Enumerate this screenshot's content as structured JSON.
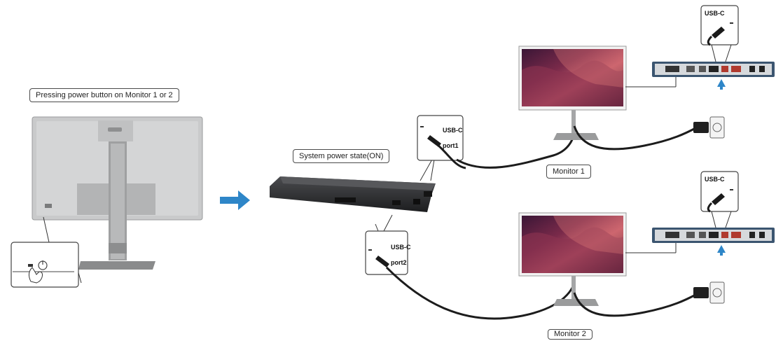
{
  "labels": {
    "pressing_power": "Pressing power button on Monitor 1 or 2",
    "system_power": "System power state(ON)",
    "monitor1": "Monitor 1",
    "monitor2": "Monitor 2",
    "usbc_port1_line1": "USB-C",
    "usbc_port1_line2": "port1",
    "usbc_port2_line1": "USB-C",
    "usbc_port2_line2": "port2",
    "usbc_top": "USB-C",
    "usbc_bottom": "USB-C"
  },
  "colors": {
    "arrow": "#2e86c8",
    "stroke": "#333333",
    "monitor_back": "#c9cacb",
    "cable": "#1c1c1c",
    "dock": "#2b2c2e",
    "panel": "#3b5570"
  }
}
